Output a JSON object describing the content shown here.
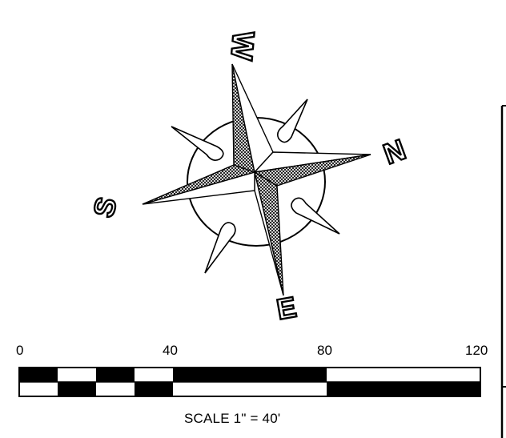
{
  "compass": {
    "north": "N",
    "south": "S",
    "east": "E",
    "west": "W"
  },
  "scale_bar": {
    "ticks": [
      "0",
      "40",
      "80",
      "120"
    ],
    "caption": "SCALE  1\" = 40'"
  }
}
